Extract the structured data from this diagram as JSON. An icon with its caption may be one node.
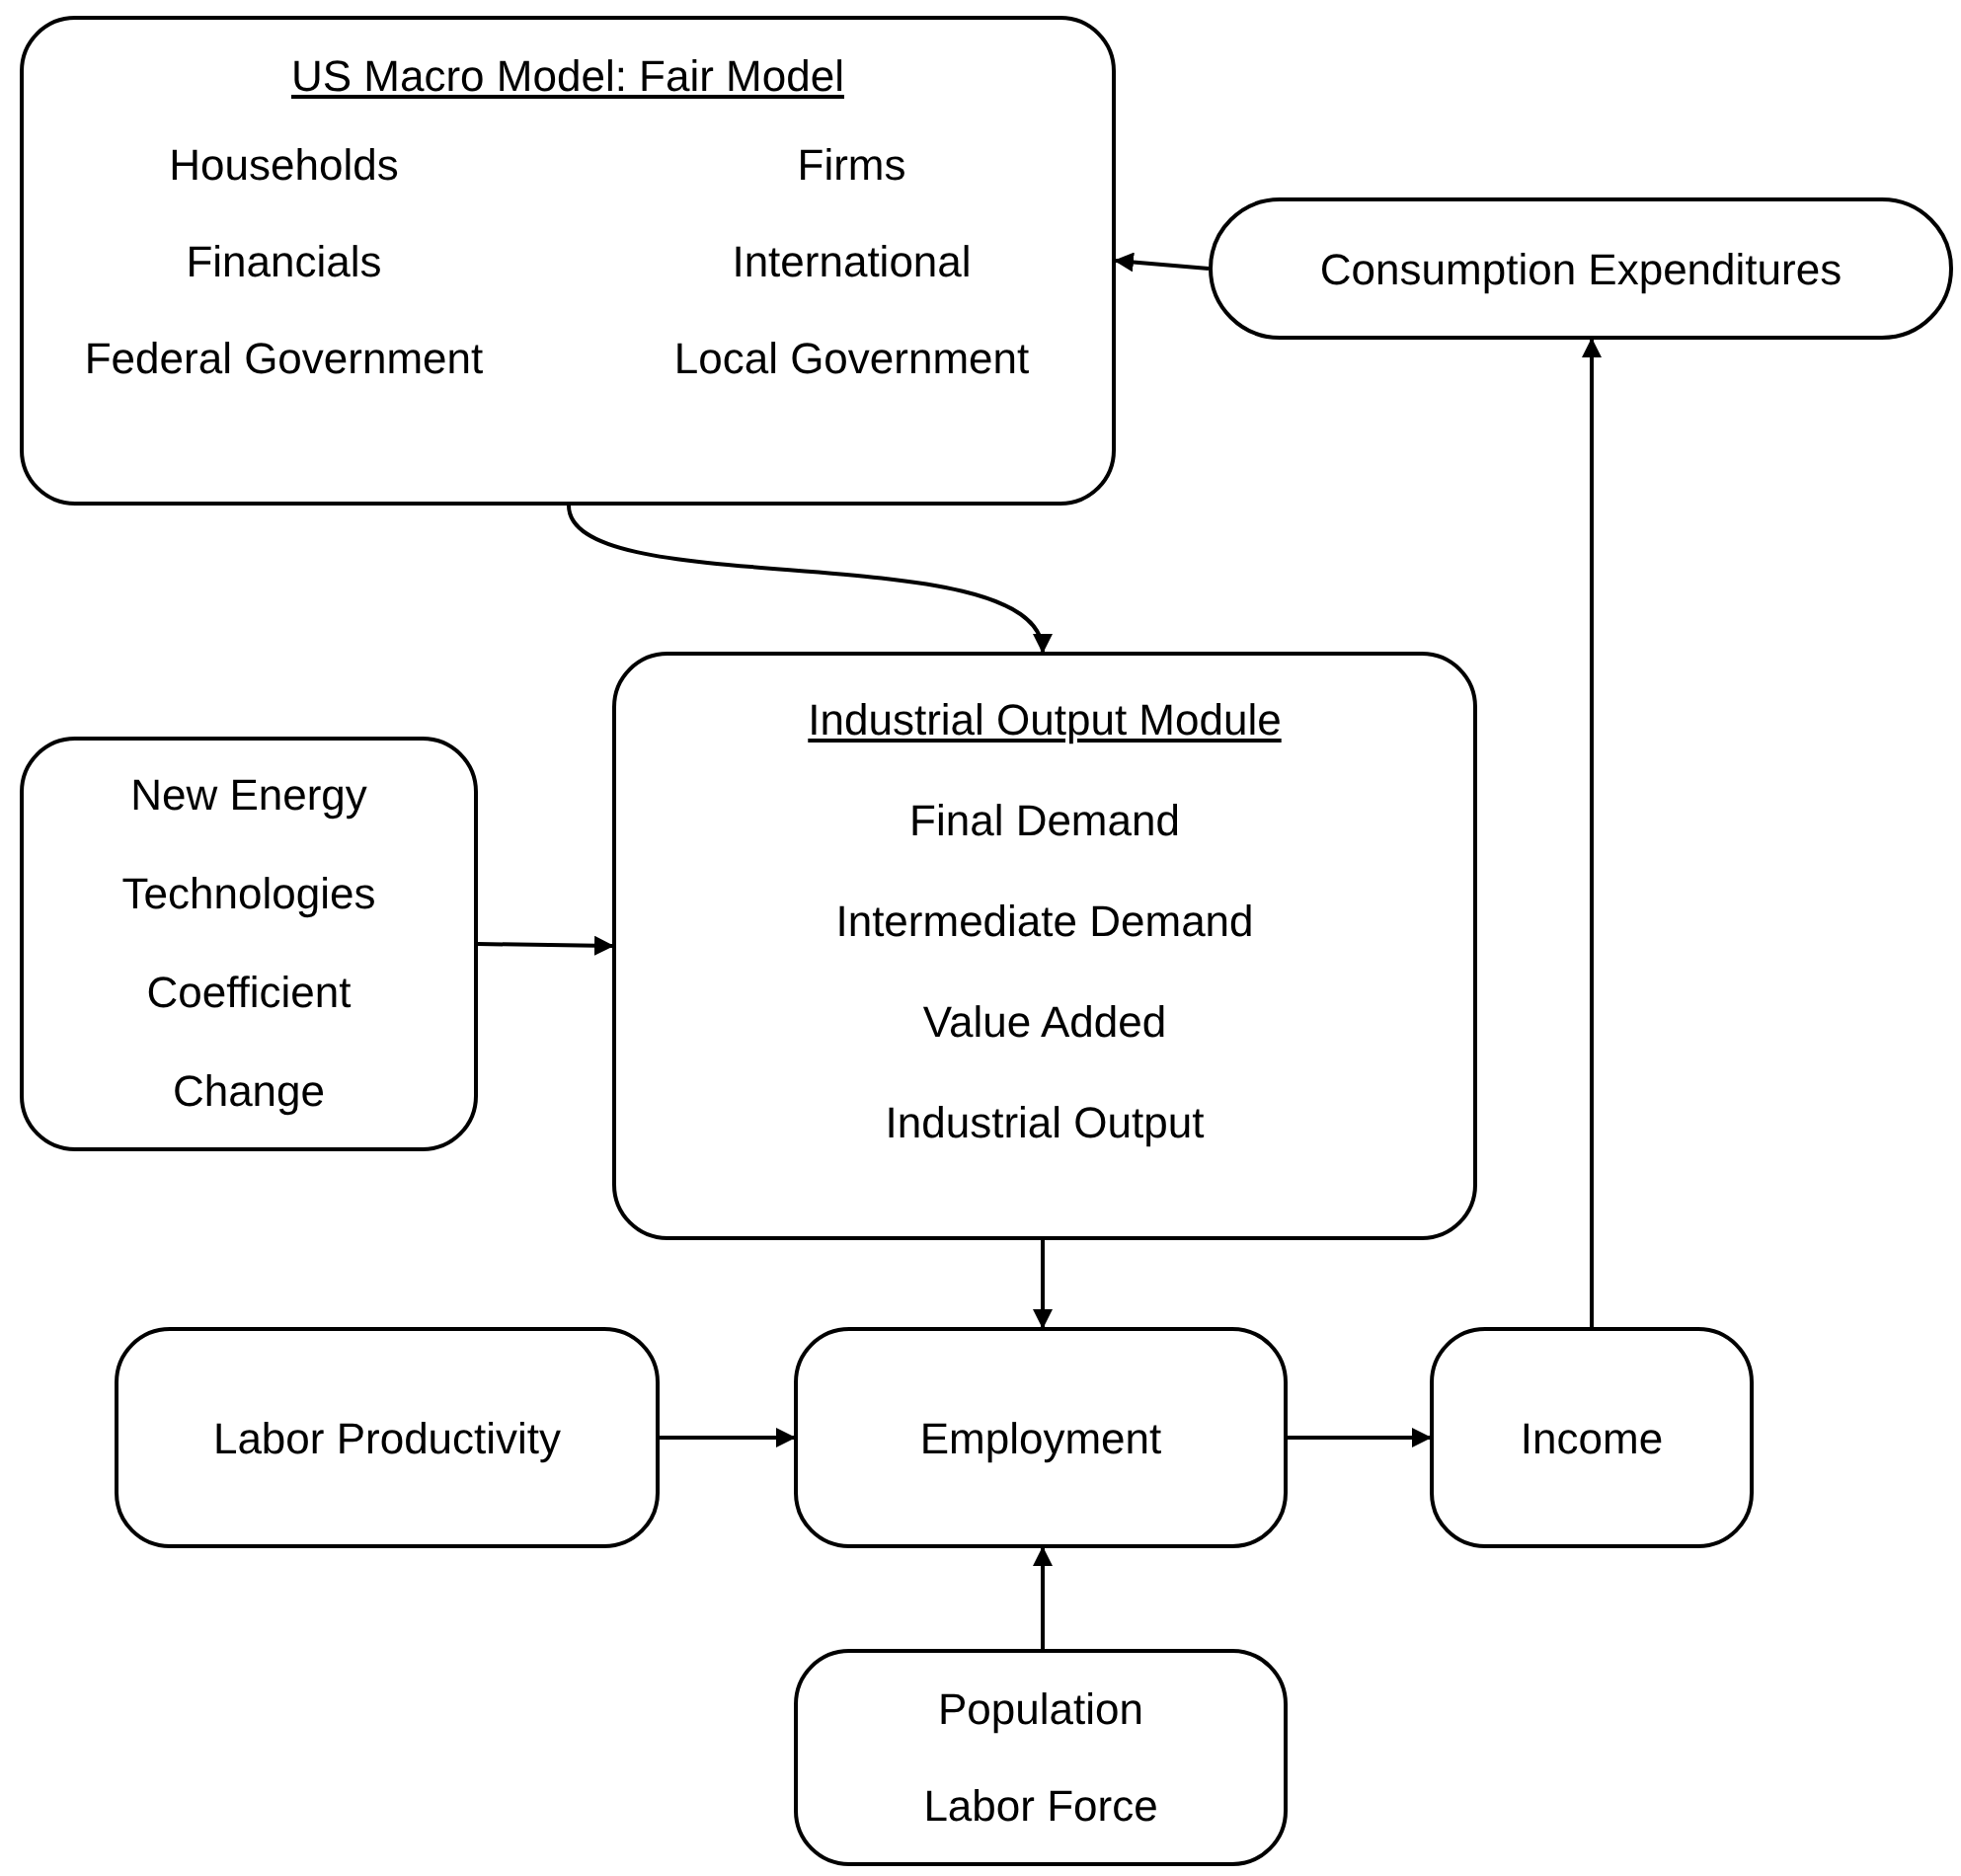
{
  "diagram": {
    "nodes": [
      {
        "text": [
          "US Macro Model: Fair Model",
          "Households",
          "Firms",
          "Financials",
          "International",
          "Federal Government",
          "Local Government"
        ]
      },
      {
        "text": [
          "Consumption Expenditures"
        ]
      },
      {
        "text": [
          "Industrial Output Module",
          "Final Demand",
          "Intermediate Demand",
          "Value Added",
          "Industrial Output"
        ]
      },
      {
        "text": [
          "New Energy Technologies Coefficient Change"
        ]
      },
      {
        "text": [
          "Labor Productivity"
        ]
      },
      {
        "text": [
          "Employment"
        ]
      },
      {
        "text": [
          "Income"
        ]
      },
      {
        "text": [
          "Population",
          "Labor Force"
        ]
      }
    ],
    "edges": [
      {
        "from": 1,
        "to": 0,
        "arrow": "to"
      },
      {
        "from": 0,
        "to": 2,
        "arrow": "to"
      },
      {
        "from": 3,
        "to": 2,
        "arrow": "to"
      },
      {
        "from": 2,
        "to": 5,
        "arrow": "to"
      },
      {
        "from": 4,
        "to": 5,
        "arrow": "to"
      },
      {
        "from": 5,
        "to": 6,
        "arrow": "to"
      },
      {
        "from": 6,
        "to": 1,
        "arrow": "to"
      },
      {
        "from": 7,
        "to": 5,
        "arrow": "to"
      }
    ]
  }
}
